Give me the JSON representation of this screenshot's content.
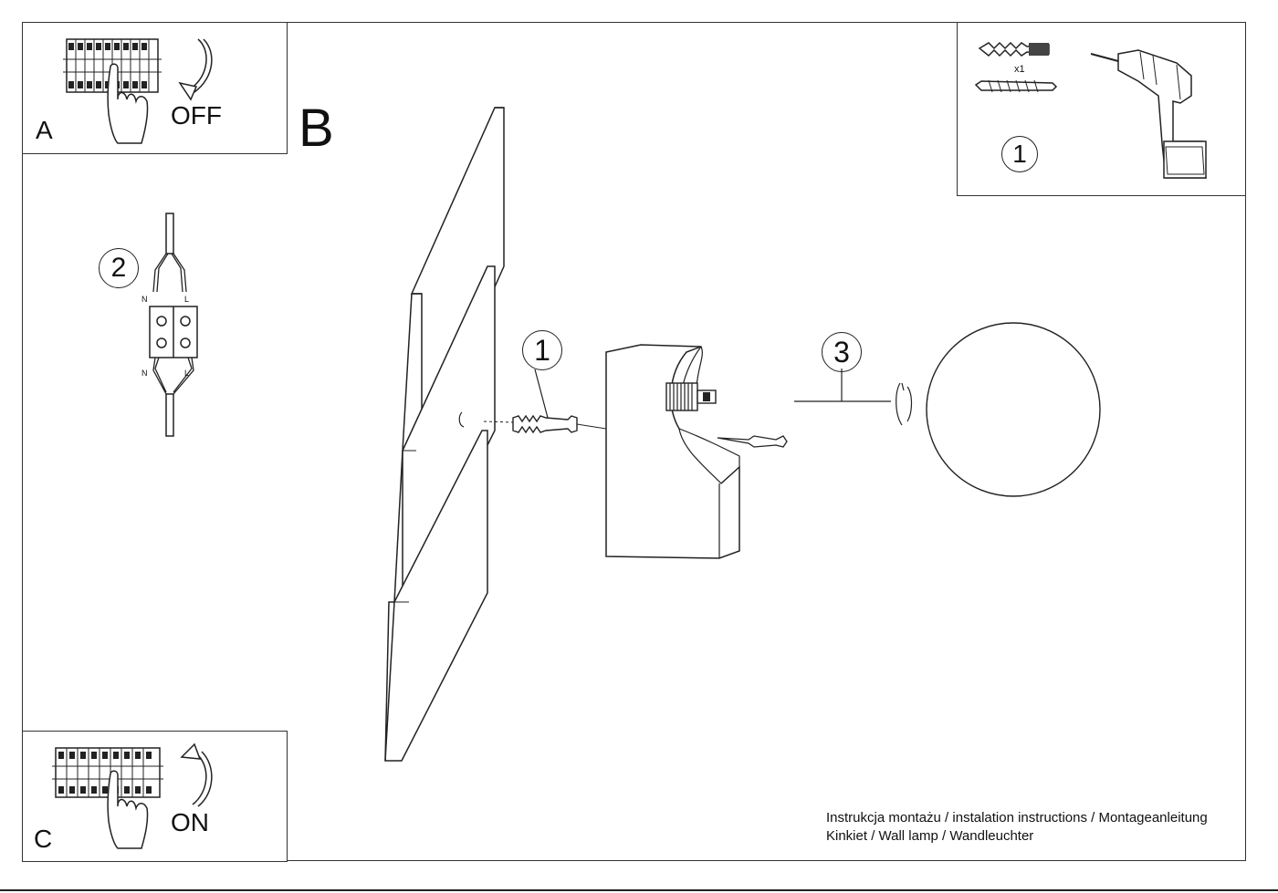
{
  "steps": {
    "a": {
      "letter": "A",
      "switch_text": "OFF"
    },
    "b": {
      "letter": "B"
    },
    "c": {
      "letter": "C",
      "switch_text": "ON"
    }
  },
  "parts_box": {
    "badge": "1",
    "quantity": "x1"
  },
  "wiring": {
    "badge": "2",
    "neutral": "N",
    "live": "L"
  },
  "callouts": {
    "wall_plug": "1",
    "shade": "3"
  },
  "footer": {
    "line1": "Instrukcja montażu / instalation instructions / Montageanleitung",
    "line2": "Kinkiet / Wall lamp / Wandleuchter"
  }
}
